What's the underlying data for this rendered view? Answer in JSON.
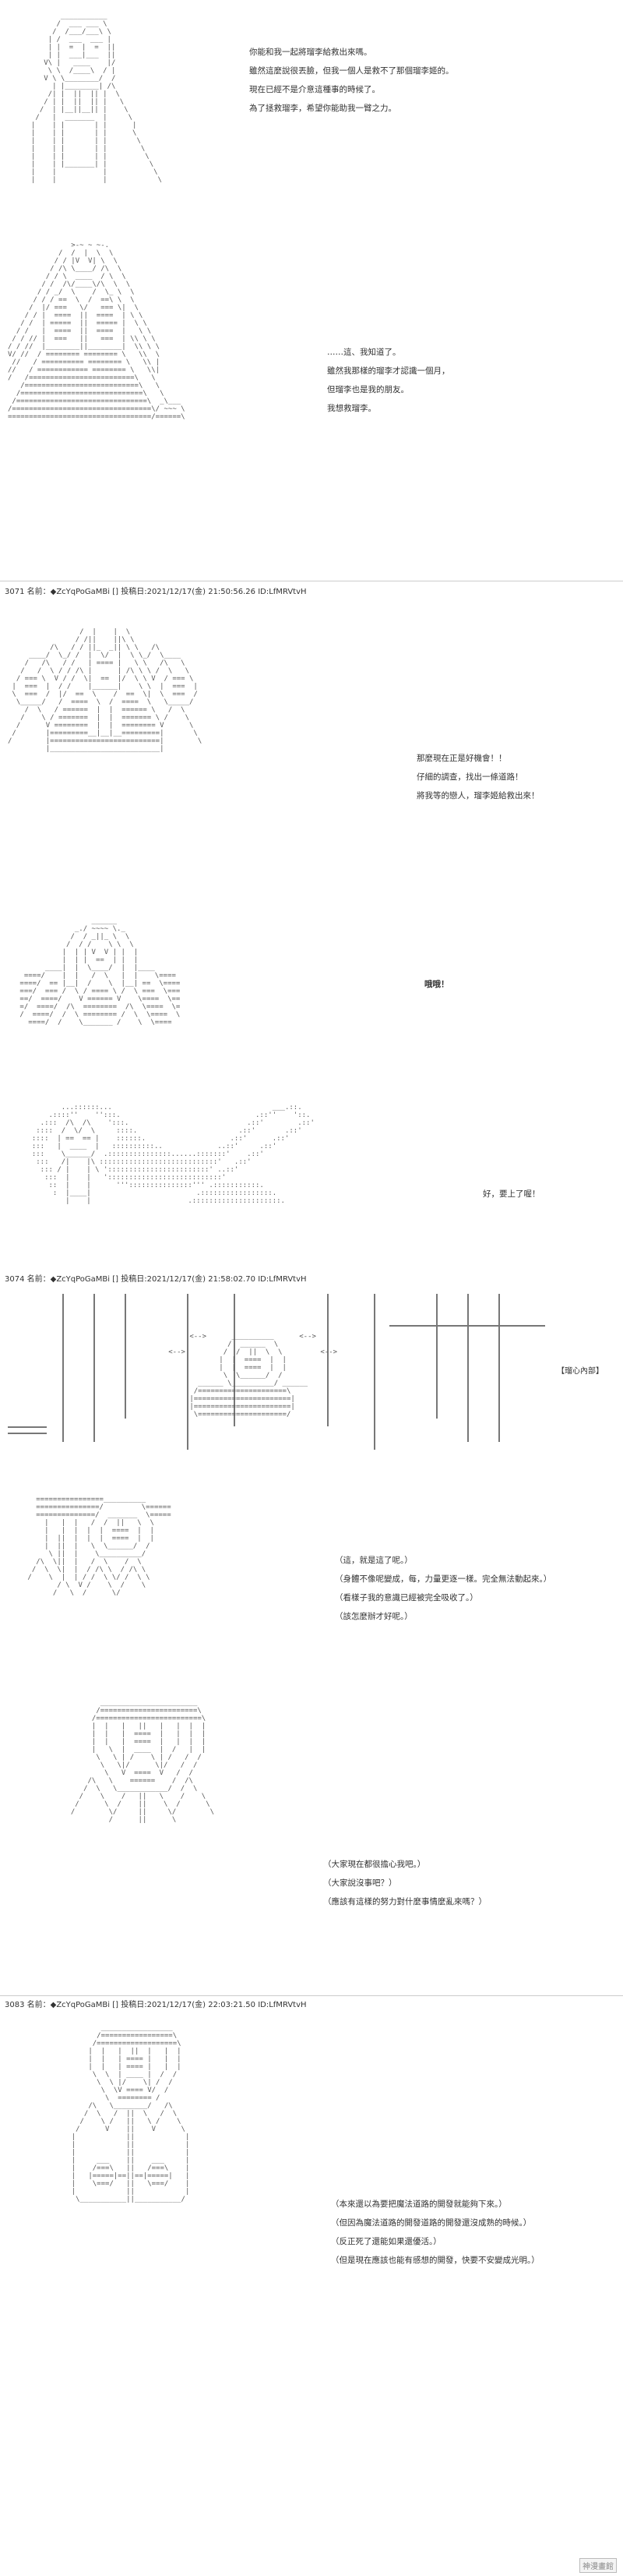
{
  "panels": [
    {
      "lines": [
        "你能和我一起將瑠李給救出來嗎。",
        "雖然這麼說很丟臉，但我一個人是救不了那個瑠李姬的。",
        "現在已經不是介意這種事的時候了。",
        "為了拯救瑠李，希望你能助我一臂之力。"
      ]
    },
    {
      "lines": [
        "……這、我知道了。",
        "雖然我那樣的瑠李才認識一個月，",
        "但瑠李也是我的朋友。",
        "我想救瑠李。"
      ]
    },
    {
      "header": "3071 名前：◆ZcYqPoGaMBi [] 投稿日:2021/12/17(金) 21:50:56.26 ID:LfMRVtvH",
      "lines": [
        "那麼現在正是好機會！！",
        "仔細的調查，找出一條道路！",
        "將我等的戀人，瑠李姬給救出來！"
      ]
    },
    {
      "lines": [
        "哦哦！"
      ]
    },
    {
      "lines": [
        "好，要上了喔！"
      ]
    },
    {
      "header": "3074 名前：◆ZcYqPoGaMBi [] 投稿日:2021/12/17(金) 21:58:02.70 ID:LfMRVtvH",
      "label": "【瑠心內部】"
    },
    {
      "lines": [
        "（這，就是這了呢。）",
        "（身體不像呢變成，每，力量更逐一樣。完全無法動起來。）",
        "（看樣子我的意識已經被完全吸收了。）",
        "（該怎麼辦才好呢。）"
      ]
    },
    {
      "lines": [
        "（大家現在都很擔心我吧。）",
        "（大家說沒事吧？）",
        "（應該有這樣的努力對什麼事情麼亂來嗎？）"
      ]
    },
    {
      "header": "3083 名前：◆ZcYqPoGaMBi [] 投稿日:2021/12/17(金) 22:03:21.50 ID:LfMRVtvH",
      "lines": [
        "（本來還以為要把魔法道路的開發就能夠下來。）",
        "（但因為魔法道路的開發道路的開發還沒成熟的時候。）",
        "（反正死了還能如果還優活。）",
        "（但是現在應該也能有感想的開發，快要不安變成光明。）"
      ]
    }
  ],
  "watermark": "神漫畫館"
}
